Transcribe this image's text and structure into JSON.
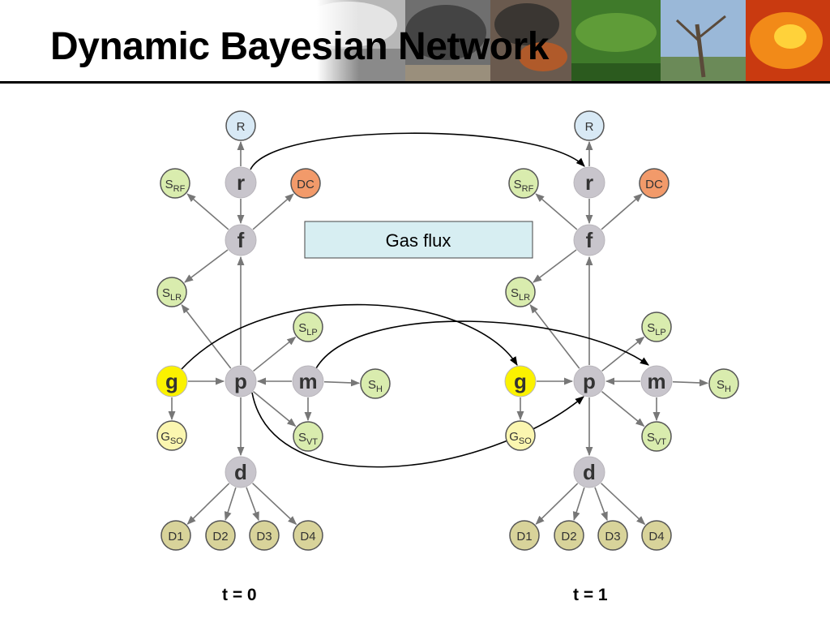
{
  "slide": {
    "title": "Dynamic Bayesian Network",
    "gas_flux_label": "Gas flux",
    "time_labels": [
      "t = 0",
      "t = 1"
    ]
  },
  "colors": {
    "observed_green": "#d9ecae",
    "hidden_gray": "#c8c5cc",
    "blue_node": "#d8e9f5",
    "orange_node": "#f29a6a",
    "yellow_node": "#fbf200",
    "pale_yellow_node": "#fbf6b0",
    "olive_node": "#d8d39a",
    "gas_flux_box": "#d7eef2"
  },
  "time_slices": [
    {
      "label": "t = 0",
      "nodes": [
        {
          "id": "R",
          "main": "R",
          "sub": ""
        },
        {
          "id": "r",
          "main": "r",
          "sub": ""
        },
        {
          "id": "SRF",
          "main": "S",
          "sub": "RF"
        },
        {
          "id": "DC",
          "main": "DC",
          "sub": ""
        },
        {
          "id": "f",
          "main": "f",
          "sub": ""
        },
        {
          "id": "SLR",
          "main": "S",
          "sub": "LR"
        },
        {
          "id": "SLP",
          "main": "S",
          "sub": "LP"
        },
        {
          "id": "g",
          "main": "g",
          "sub": ""
        },
        {
          "id": "p",
          "main": "p",
          "sub": ""
        },
        {
          "id": "m",
          "main": "m",
          "sub": ""
        },
        {
          "id": "SH",
          "main": "S",
          "sub": "H"
        },
        {
          "id": "GSO",
          "main": "G",
          "sub": "SO"
        },
        {
          "id": "SVT",
          "main": "S",
          "sub": "VT"
        },
        {
          "id": "d",
          "main": "d",
          "sub": ""
        },
        {
          "id": "D1",
          "main": "D1",
          "sub": ""
        },
        {
          "id": "D2",
          "main": "D2",
          "sub": ""
        },
        {
          "id": "D3",
          "main": "D3",
          "sub": ""
        },
        {
          "id": "D4",
          "main": "D4",
          "sub": ""
        }
      ]
    },
    {
      "label": "t = 1",
      "nodes": [
        {
          "id": "R",
          "main": "R",
          "sub": ""
        },
        {
          "id": "r",
          "main": "r",
          "sub": ""
        },
        {
          "id": "SRF",
          "main": "S",
          "sub": "RF"
        },
        {
          "id": "DC",
          "main": "DC",
          "sub": ""
        },
        {
          "id": "f",
          "main": "f",
          "sub": ""
        },
        {
          "id": "SLR",
          "main": "S",
          "sub": "LR"
        },
        {
          "id": "SLP",
          "main": "S",
          "sub": "LP"
        },
        {
          "id": "g",
          "main": "g",
          "sub": ""
        },
        {
          "id": "p",
          "main": "p",
          "sub": ""
        },
        {
          "id": "m",
          "main": "m",
          "sub": ""
        },
        {
          "id": "SH",
          "main": "S",
          "sub": "H"
        },
        {
          "id": "GSO",
          "main": "G",
          "sub": "SO"
        },
        {
          "id": "SVT",
          "main": "S",
          "sub": "VT"
        },
        {
          "id": "d",
          "main": "d",
          "sub": ""
        },
        {
          "id": "D1",
          "main": "D1",
          "sub": ""
        },
        {
          "id": "D2",
          "main": "D2",
          "sub": ""
        },
        {
          "id": "D3",
          "main": "D3",
          "sub": ""
        },
        {
          "id": "D4",
          "main": "D4",
          "sub": ""
        }
      ]
    }
  ],
  "intra_edges": [
    [
      "r",
      "R"
    ],
    [
      "r",
      "f"
    ],
    [
      "f",
      "SRF"
    ],
    [
      "f",
      "DC"
    ],
    [
      "f",
      "SLR"
    ],
    [
      "p",
      "f"
    ],
    [
      "p",
      "SLR"
    ],
    [
      "p",
      "SLP"
    ],
    [
      "p",
      "SVT"
    ],
    [
      "p",
      "d"
    ],
    [
      "g",
      "p"
    ],
    [
      "g",
      "GSO"
    ],
    [
      "m",
      "p"
    ],
    [
      "m",
      "SH"
    ],
    [
      "m",
      "SVT"
    ],
    [
      "d",
      "D1"
    ],
    [
      "d",
      "D2"
    ],
    [
      "d",
      "D3"
    ],
    [
      "d",
      "D4"
    ]
  ],
  "inter_edges": [
    [
      "r",
      "r"
    ],
    [
      "g",
      "g"
    ],
    [
      "m",
      "m"
    ],
    [
      "p",
      "p"
    ]
  ]
}
